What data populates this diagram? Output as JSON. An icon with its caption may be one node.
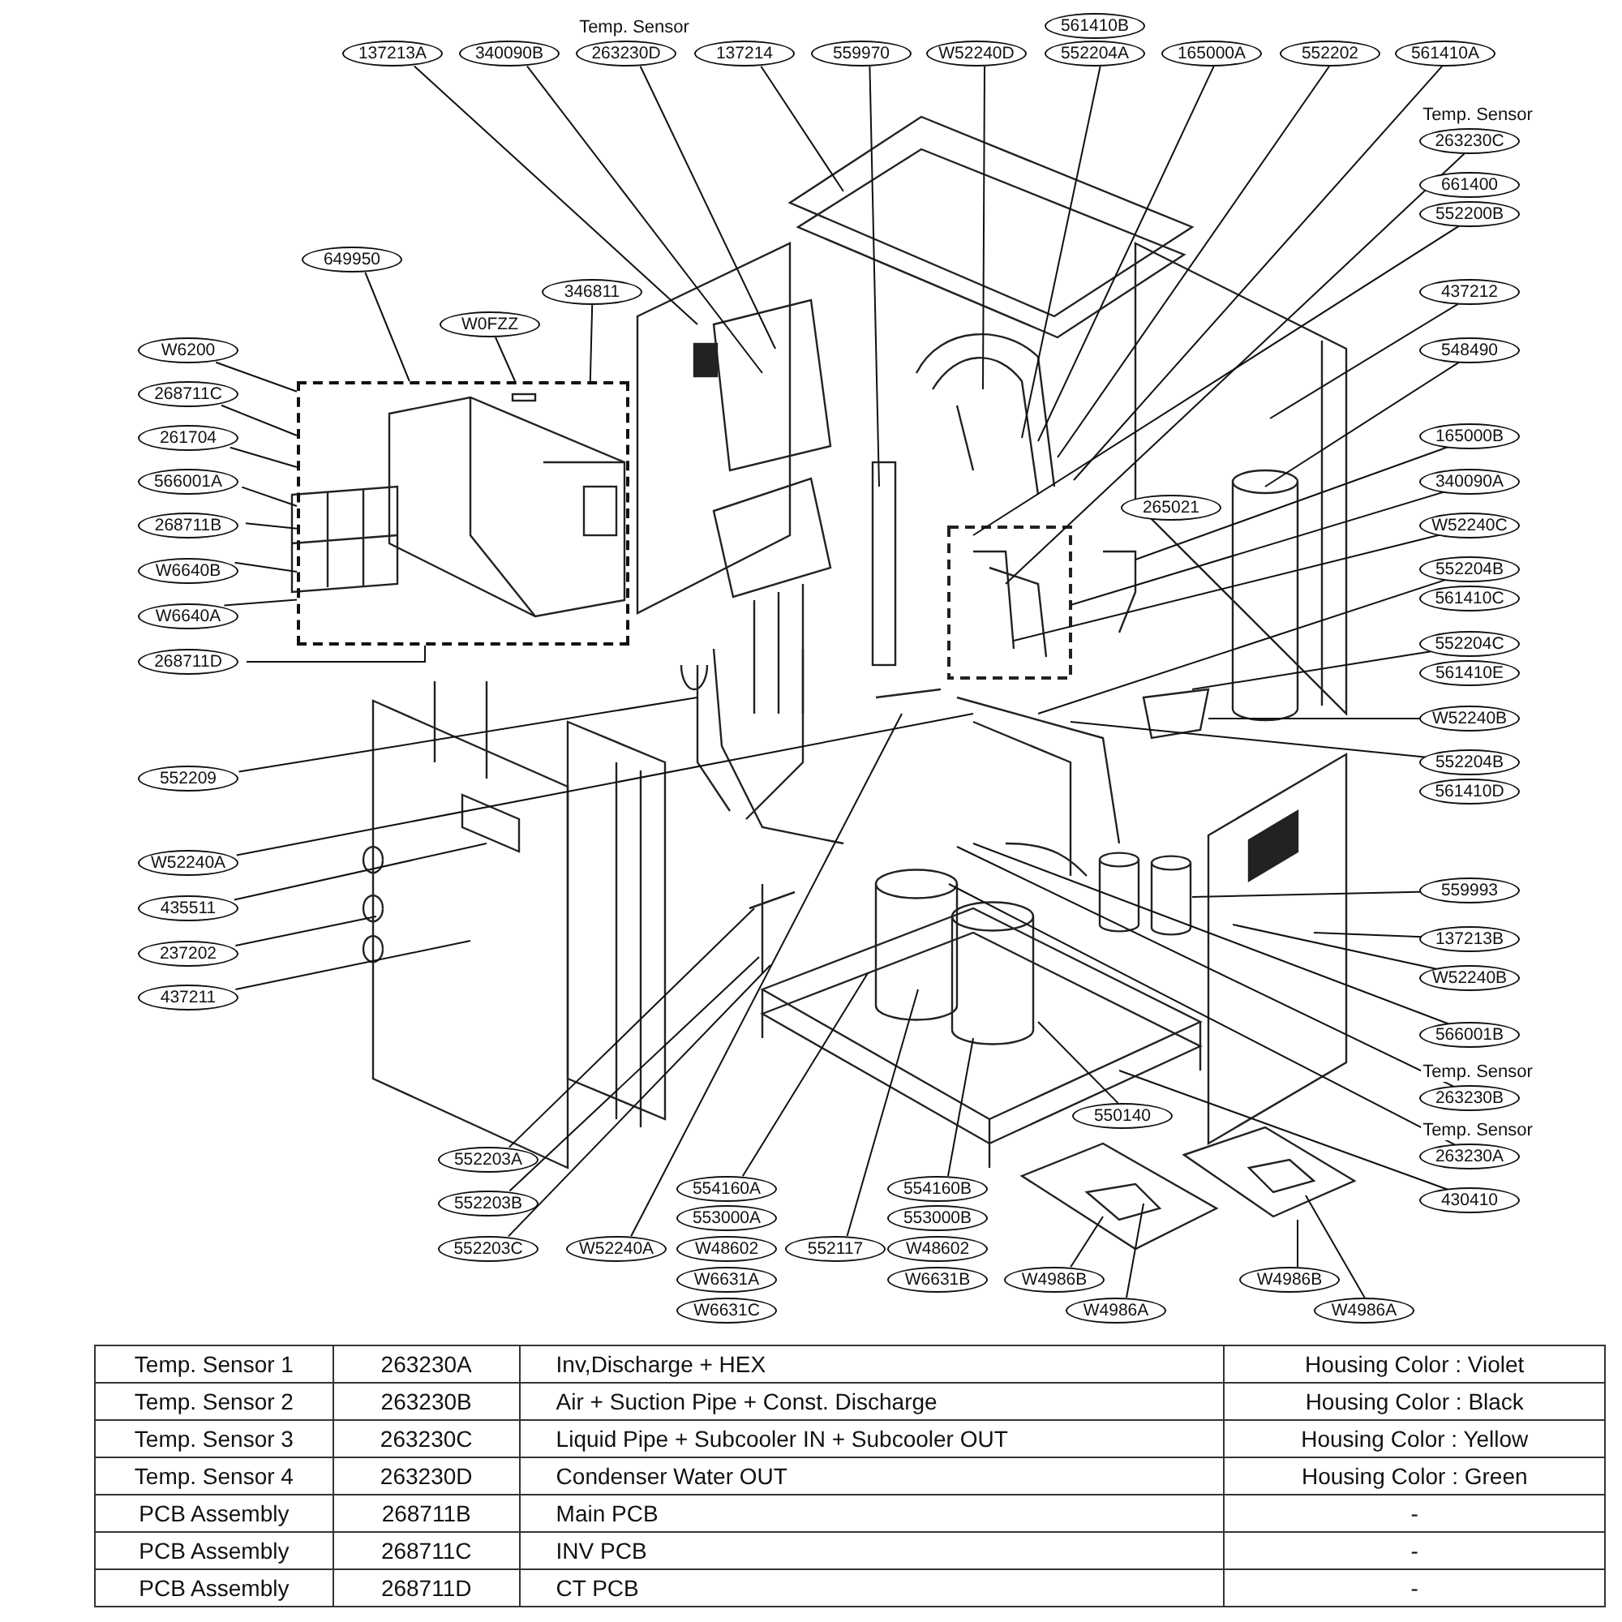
{
  "diagram": {
    "nodes": [
      {
        "text": [
          "137213A"
        ]
      },
      {
        "text": [
          "340090B"
        ]
      },
      {
        "text": [
          "263230D"
        ],
        "beside": [
          "Temp. Sensor"
        ]
      },
      {
        "text": [
          "137214"
        ]
      },
      {
        "text": [
          "559970"
        ]
      },
      {
        "text": [
          "W52240D"
        ]
      },
      {
        "text": [
          "561410B"
        ]
      },
      {
        "text": [
          "552204A"
        ]
      },
      {
        "text": [
          "165000A"
        ]
      },
      {
        "text": [
          "552202"
        ]
      },
      {
        "text": [
          "561410A"
        ]
      },
      {
        "text": [
          "263230C"
        ],
        "beside": [
          "Temp. Sensor"
        ]
      },
      {
        "text": [
          "661400"
        ]
      },
      {
        "text": [
          "552200B"
        ]
      },
      {
        "text": [
          "437212"
        ]
      },
      {
        "text": [
          "548490"
        ]
      },
      {
        "text": [
          "165000B"
        ]
      },
      {
        "text": [
          "340090A"
        ]
      },
      {
        "text": [
          "W52240C"
        ]
      },
      {
        "text": [
          "552204B"
        ]
      },
      {
        "text": [
          "561410C"
        ]
      },
      {
        "text": [
          "552204C"
        ]
      },
      {
        "text": [
          "561410E"
        ]
      },
      {
        "text": [
          "W52240B"
        ]
      },
      {
        "text": [
          "552204B"
        ]
      },
      {
        "text": [
          "561410D"
        ]
      },
      {
        "text": [
          "559993"
        ]
      },
      {
        "text": [
          "137213B"
        ]
      },
      {
        "text": [
          "W52240B"
        ]
      },
      {
        "text": [
          "566001B"
        ]
      },
      {
        "text": [
          "263230B"
        ],
        "beside": [
          "Temp. Sensor"
        ]
      },
      {
        "text": [
          "263230A"
        ],
        "beside": [
          "Temp. Sensor"
        ]
      },
      {
        "text": [
          "430410"
        ]
      },
      {
        "text": [
          "550140"
        ]
      },
      {
        "text": [
          "W4986B"
        ]
      },
      {
        "text": [
          "W4986A"
        ]
      },
      {
        "text": [
          "W4986B"
        ]
      },
      {
        "text": [
          "W4986A"
        ]
      },
      {
        "text": [
          "554160B"
        ]
      },
      {
        "text": [
          "553000B"
        ]
      },
      {
        "text": [
          "W48602"
        ]
      },
      {
        "text": [
          "W6631B"
        ]
      },
      {
        "text": [
          "552117"
        ]
      },
      {
        "text": [
          "554160A"
        ]
      },
      {
        "text": [
          "553000A"
        ]
      },
      {
        "text": [
          "W48602"
        ]
      },
      {
        "text": [
          "W6631A"
        ]
      },
      {
        "text": [
          "W6631C"
        ]
      },
      {
        "text": [
          "W52240A"
        ]
      },
      {
        "text": [
          "552203A"
        ]
      },
      {
        "text": [
          "552203B"
        ]
      },
      {
        "text": [
          "552203C"
        ]
      },
      {
        "text": [
          "649950"
        ]
      },
      {
        "text": [
          "W0FZZ"
        ]
      },
      {
        "text": [
          "346811"
        ]
      },
      {
        "text": [
          "W6200"
        ]
      },
      {
        "text": [
          "268711C"
        ]
      },
      {
        "text": [
          "261704"
        ]
      },
      {
        "text": [
          "566001A"
        ]
      },
      {
        "text": [
          "268711B"
        ]
      },
      {
        "text": [
          "W6640B"
        ]
      },
      {
        "text": [
          "W6640A"
        ]
      },
      {
        "text": [
          "268711D"
        ]
      },
      {
        "text": [
          "552209"
        ]
      },
      {
        "text": [
          "W52240A"
        ]
      },
      {
        "text": [
          "435511"
        ]
      },
      {
        "text": [
          "237202"
        ]
      },
      {
        "text": [
          "437211"
        ]
      },
      {
        "text": [
          "265021"
        ]
      },
      {
        "text": [],
        "shape": "box"
      }
    ],
    "edges": [
      {
        "from": 0,
        "to": null,
        "arrow": "none"
      },
      {
        "from": 1,
        "to": null,
        "arrow": "none"
      },
      {
        "from": 2,
        "to": null,
        "arrow": "none"
      },
      {
        "from": 3,
        "to": null,
        "arrow": "none"
      },
      {
        "from": 4,
        "to": null,
        "arrow": "none"
      },
      {
        "from": 5,
        "to": null,
        "arrow": "none"
      },
      {
        "from": 7,
        "to": null,
        "arrow": "none"
      },
      {
        "from": 8,
        "to": null,
        "arrow": "none"
      },
      {
        "from": 9,
        "to": null,
        "arrow": "none"
      },
      {
        "from": 10,
        "to": null,
        "arrow": "none"
      },
      {
        "from": 11,
        "to": null,
        "arrow": "none"
      },
      {
        "from": 13,
        "to": null,
        "arrow": "none"
      },
      {
        "from": 14,
        "to": null,
        "arrow": "none"
      },
      {
        "from": 15,
        "to": null,
        "arrow": "none"
      },
      {
        "from": 16,
        "to": null,
        "arrow": "none"
      },
      {
        "from": 17,
        "to": null,
        "arrow": "none"
      },
      {
        "from": 18,
        "to": null,
        "arrow": "none"
      },
      {
        "from": 19,
        "to": null,
        "arrow": "none"
      },
      {
        "from": 21,
        "to": null,
        "arrow": "none"
      },
      {
        "from": 23,
        "to": null,
        "arrow": "none"
      },
      {
        "from": 24,
        "to": null,
        "arrow": "none"
      },
      {
        "from": 26,
        "to": null,
        "arrow": "none"
      },
      {
        "from": 27,
        "to": null,
        "arrow": "none"
      },
      {
        "from": 28,
        "to": null,
        "arrow": "none"
      },
      {
        "from": 29,
        "to": null,
        "arrow": "none"
      },
      {
        "from": 30,
        "to": null,
        "arrow": "none"
      },
      {
        "from": 31,
        "to": null,
        "arrow": "none"
      },
      {
        "from": 32,
        "to": null,
        "arrow": "none"
      },
      {
        "from": 33,
        "to": null,
        "arrow": "none"
      },
      {
        "from": 34,
        "to": null,
        "arrow": "none"
      },
      {
        "from": 35,
        "to": null,
        "arrow": "none"
      },
      {
        "from": 36,
        "to": null,
        "arrow": "none"
      },
      {
        "from": 37,
        "to": null,
        "arrow": "none"
      },
      {
        "from": 38,
        "to": null,
        "arrow": "none"
      },
      {
        "from": 42,
        "to": null,
        "arrow": "none"
      },
      {
        "from": 43,
        "to": null,
        "arrow": "none"
      },
      {
        "from": 48,
        "to": null,
        "arrow": "none"
      },
      {
        "from": 49,
        "to": null,
        "arrow": "none"
      },
      {
        "from": 50,
        "to": null,
        "arrow": "none"
      },
      {
        "from": 51,
        "to": null,
        "arrow": "none"
      },
      {
        "from": 52,
        "to": 69,
        "arrow": "none"
      },
      {
        "from": 53,
        "to": 69,
        "arrow": "none"
      },
      {
        "from": 54,
        "to": 69,
        "arrow": "none"
      },
      {
        "from": 55,
        "to": 69,
        "arrow": "none"
      },
      {
        "from": 56,
        "to": 69,
        "arrow": "none"
      },
      {
        "from": 57,
        "to": 69,
        "arrow": "none"
      },
      {
        "from": 58,
        "to": 69,
        "arrow": "none"
      },
      {
        "from": 59,
        "to": 69,
        "arrow": "none"
      },
      {
        "from": 60,
        "to": 69,
        "arrow": "none"
      },
      {
        "from": 61,
        "to": 69,
        "arrow": "none"
      },
      {
        "from": 62,
        "to": 69,
        "arrow": "none"
      },
      {
        "from": 63,
        "to": null,
        "arrow": "none"
      },
      {
        "from": 64,
        "to": null,
        "arrow": "none"
      },
      {
        "from": 65,
        "to": null,
        "arrow": "none"
      },
      {
        "from": 66,
        "to": null,
        "arrow": "none"
      },
      {
        "from": 67,
        "to": null,
        "arrow": "none"
      }
    ],
    "labels": [
      "Temp. Sensor 1",
      "263230A",
      "Inv,Discharge + HEX",
      "Housing Color : Violet",
      "Temp. Sensor 2",
      "263230B",
      "Air + Suction Pipe + Const. Discharge",
      "Housing Color : Black",
      "Temp. Sensor 3",
      "263230C",
      "Liquid Pipe + Subcooler IN + Subcooler OUT",
      "Housing Color : Yellow",
      "Temp. Sensor 4",
      "263230D",
      "Condenser Water OUT",
      "Housing Color : Green",
      "PCB Assembly",
      "268711B",
      "Main PCB",
      "-",
      "PCB Assembly",
      "268711C",
      "INV PCB",
      "-",
      "PCB Assembly",
      "268711D",
      "CT PCB",
      "-"
    ]
  }
}
